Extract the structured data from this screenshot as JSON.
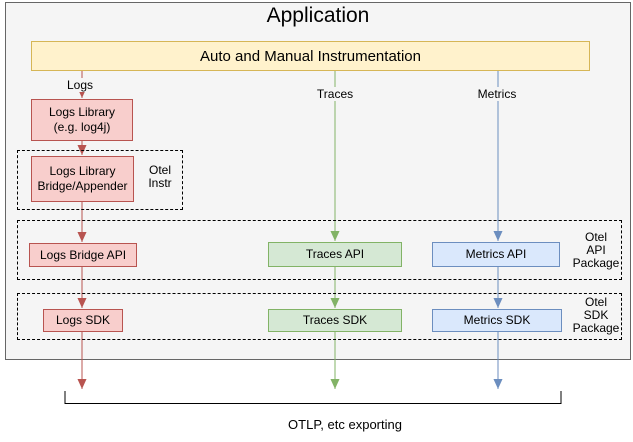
{
  "app": {
    "title": "Application",
    "instrumentation_label": "Auto and Manual Instrumentation"
  },
  "signals": {
    "logs": "Logs",
    "traces": "Traces",
    "metrics": "Metrics"
  },
  "nodes": {
    "logs_library": "Logs Library\n(e.g. log4j)",
    "logs_bridge": "Logs Library\nBridge/Appender",
    "otel_instr": "Otel\nInstr",
    "logs_bridge_api": "Logs Bridge API",
    "traces_api": "Traces API",
    "metrics_api": "Metrics API",
    "otel_api_package": "Otel\nAPI\nPackage",
    "logs_sdk": "Logs SDK",
    "traces_sdk": "Traces SDK",
    "metrics_sdk": "Metrics SDK",
    "otel_sdk_package": "Otel\nSDK\nPackage"
  },
  "export": {
    "label": "OTLP, etc exporting"
  },
  "colors": {
    "logs_accent": "#B85450",
    "logs_fill": "#F8CECC",
    "traces_accent": "#82B366",
    "traces_fill": "#D5E8D4",
    "metrics_accent": "#6C8EBF",
    "metrics_fill": "#DAE8FC",
    "instrumentation_fill": "#FFF2CC",
    "instrumentation_border": "#D6B656",
    "app_fill": "#F5F5F5",
    "app_border": "#666666"
  }
}
